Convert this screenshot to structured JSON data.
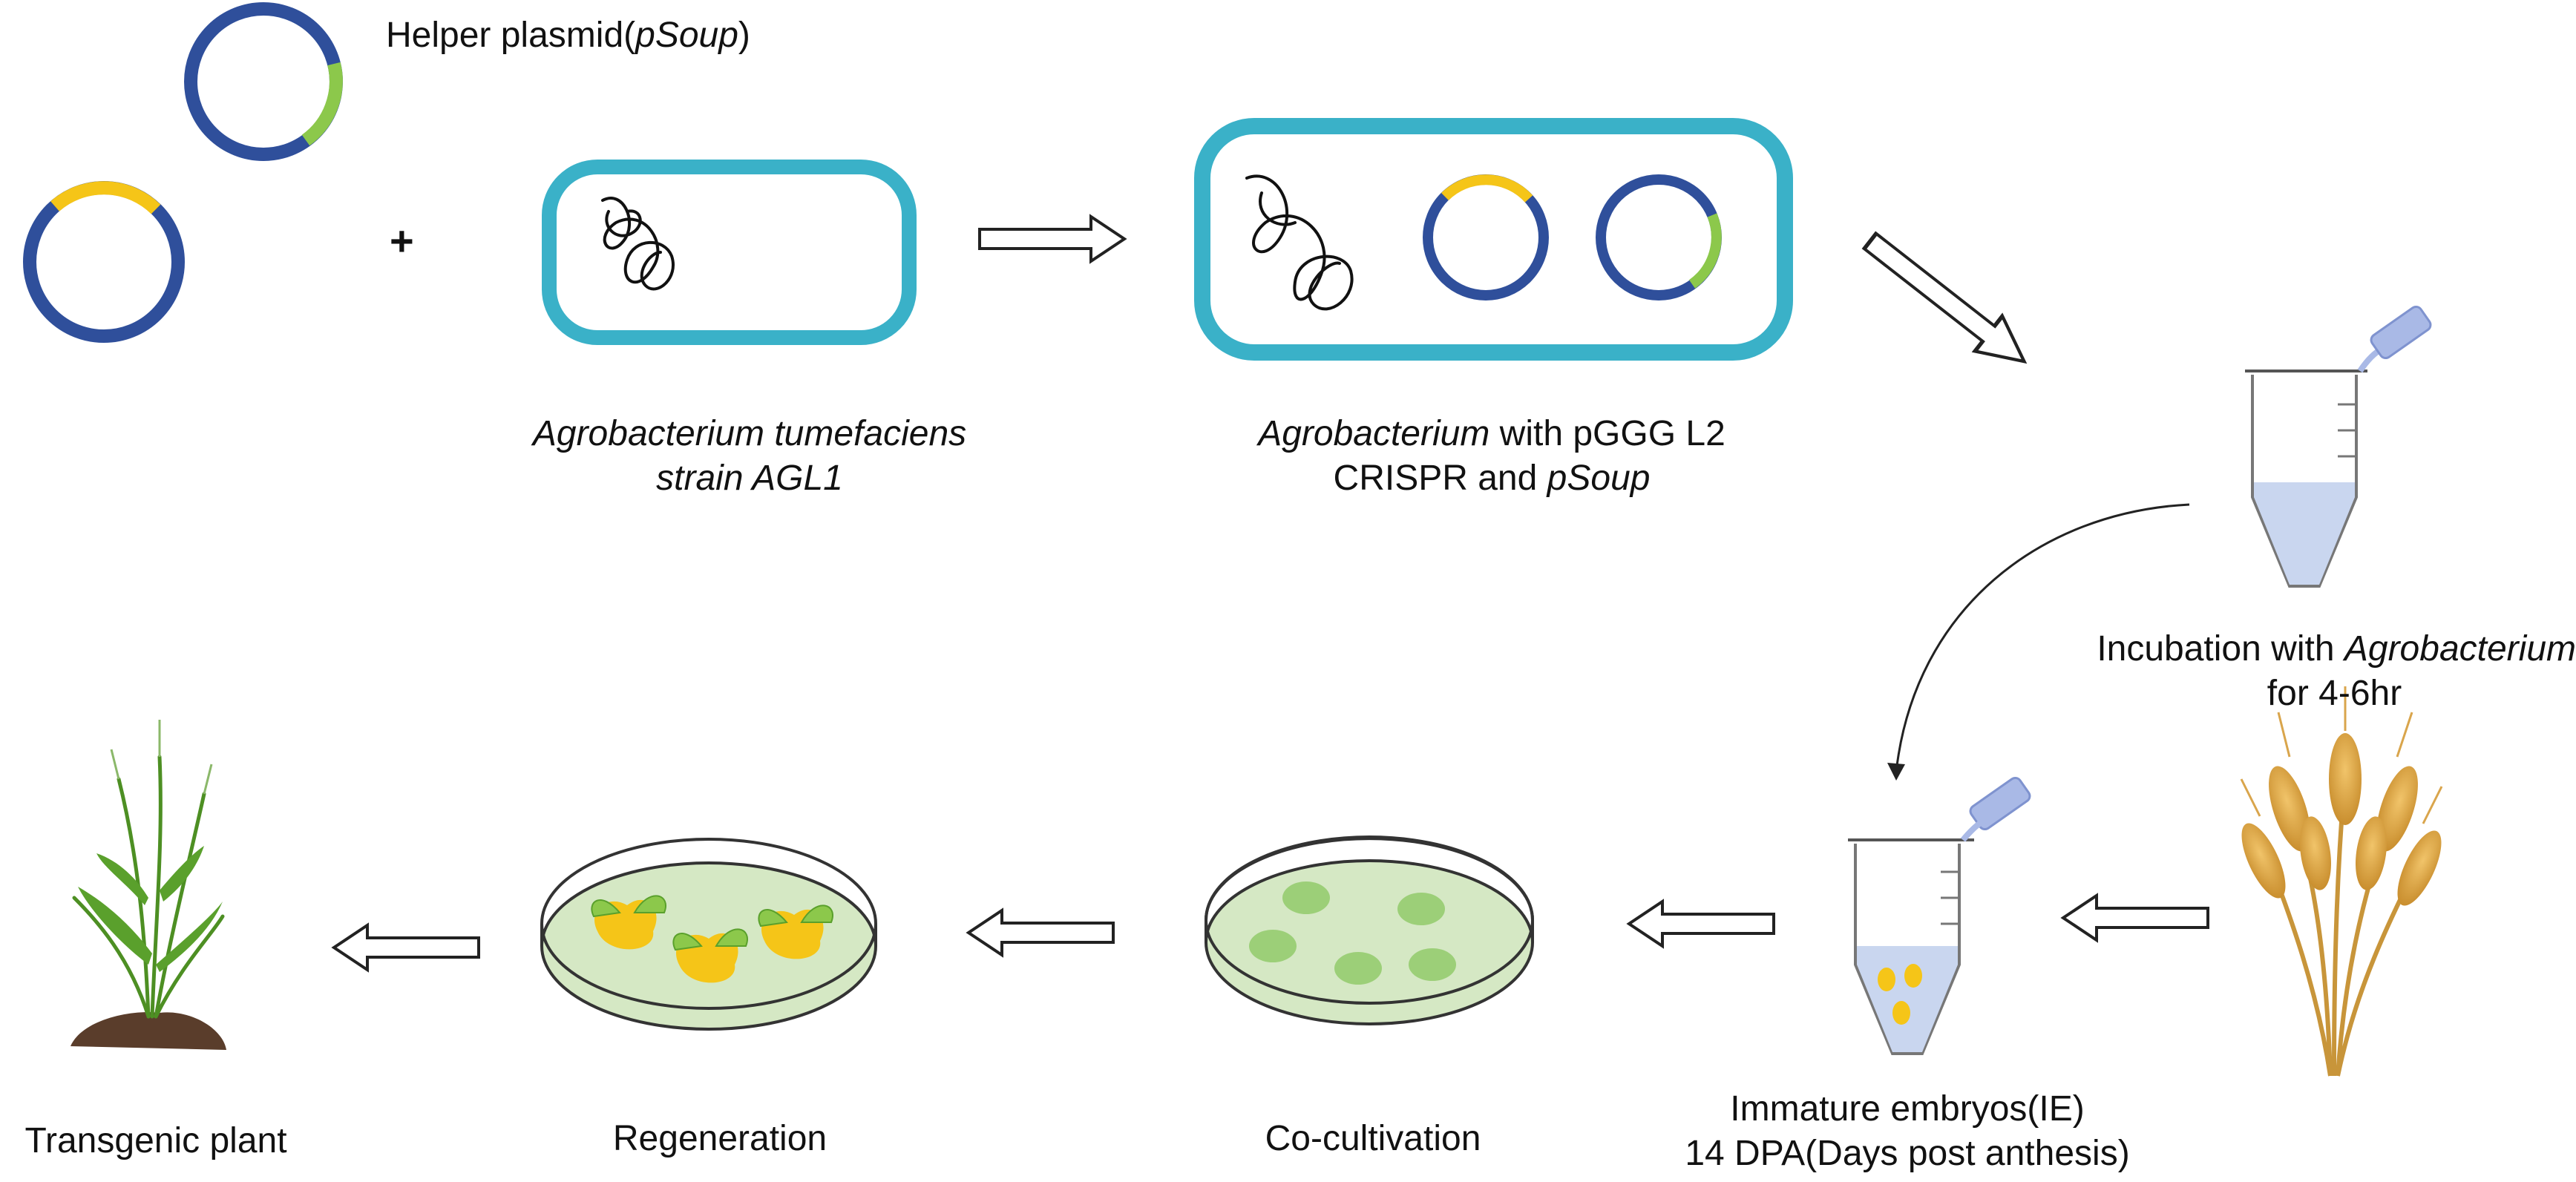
{
  "labels": {
    "helper_prefix": "Helper plasmid(",
    "helper_italic": "pSoup",
    "helper_suffix": ")",
    "plus": "+",
    "agro_line1": "Agrobacterium tumefaciens",
    "agro_line2": "strain AGL1",
    "agro_with_italic": "Agrobacterium",
    "agro_with_rest": " with pGGG L2",
    "crispr_prefix": "CRISPR and ",
    "crispr_italic": "pSoup",
    "incubation_prefix": "Incubation with ",
    "incubation_italic": "Agrobacterium",
    "incubation_line2": "for 4-6hr",
    "ie_line1": "Immature embryos(IE)",
    "ie_line2": "14 DPA(Days post anthesis)",
    "cocultivation": "Co-cultivation",
    "regeneration": "Regeneration",
    "transgenic": "Transgenic plant"
  },
  "colors": {
    "plasmid_blue": "#2f4f9b",
    "insert_yellow": "#f5c518",
    "insert_green": "#8cc84b",
    "cell_border": "#3ab1c8",
    "plate_fill": "#d5e8c4",
    "colony_green": "#9ccf78",
    "tube_liquid": "#c9d6ef",
    "tube_cap": "#a9b9e6",
    "wheat": "#e0a94a",
    "leaf_green": "#5aa02c",
    "soil": "#5a3d2b"
  }
}
